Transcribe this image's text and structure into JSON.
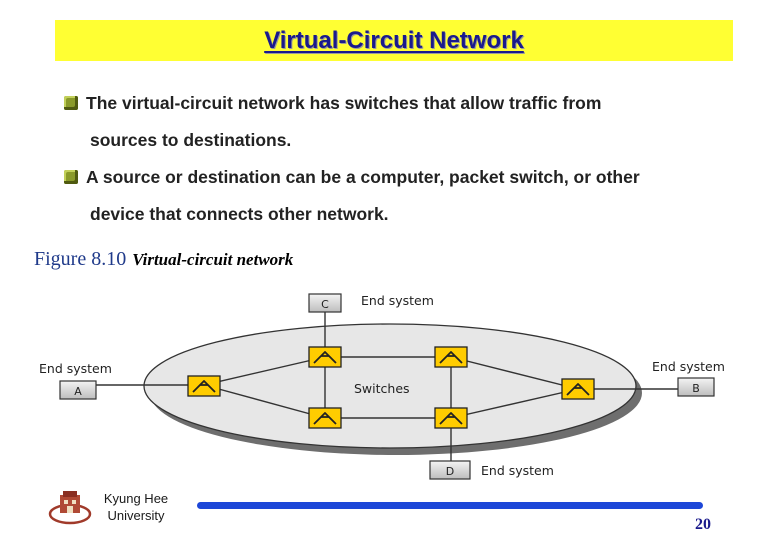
{
  "title": "Virtual-Circuit Network",
  "bullets": [
    {
      "line1": "The virtual-circuit network has switches that allow traffic from",
      "line2": "sources to destinations."
    },
    {
      "line1": "A source or destination can be a computer, packet switch, or other",
      "line2": "device that connects other network."
    }
  ],
  "figure": {
    "label": "Figure 8.10",
    "caption": "Virtual-circuit network",
    "labels": {
      "end_system_c": "End system",
      "end_system_a": "End system",
      "end_system_b": "End system",
      "end_system_d": "End system",
      "switches": "Switches",
      "node_c": "C",
      "node_a": "A",
      "node_b": "B",
      "node_d": "D"
    }
  },
  "footer": {
    "university_line1": "Kyung Hee",
    "university_line2": "University",
    "page_number": "20"
  },
  "colors": {
    "title_bg": "#ffff33",
    "title_text": "#1a1a8c",
    "switch_fill": "#ffcc00",
    "footer_line": "#1d47d8",
    "figure_label": "#1f3a8a"
  },
  "icons": [
    "bullet-box-icon",
    "switch-icon",
    "university-logo"
  ]
}
